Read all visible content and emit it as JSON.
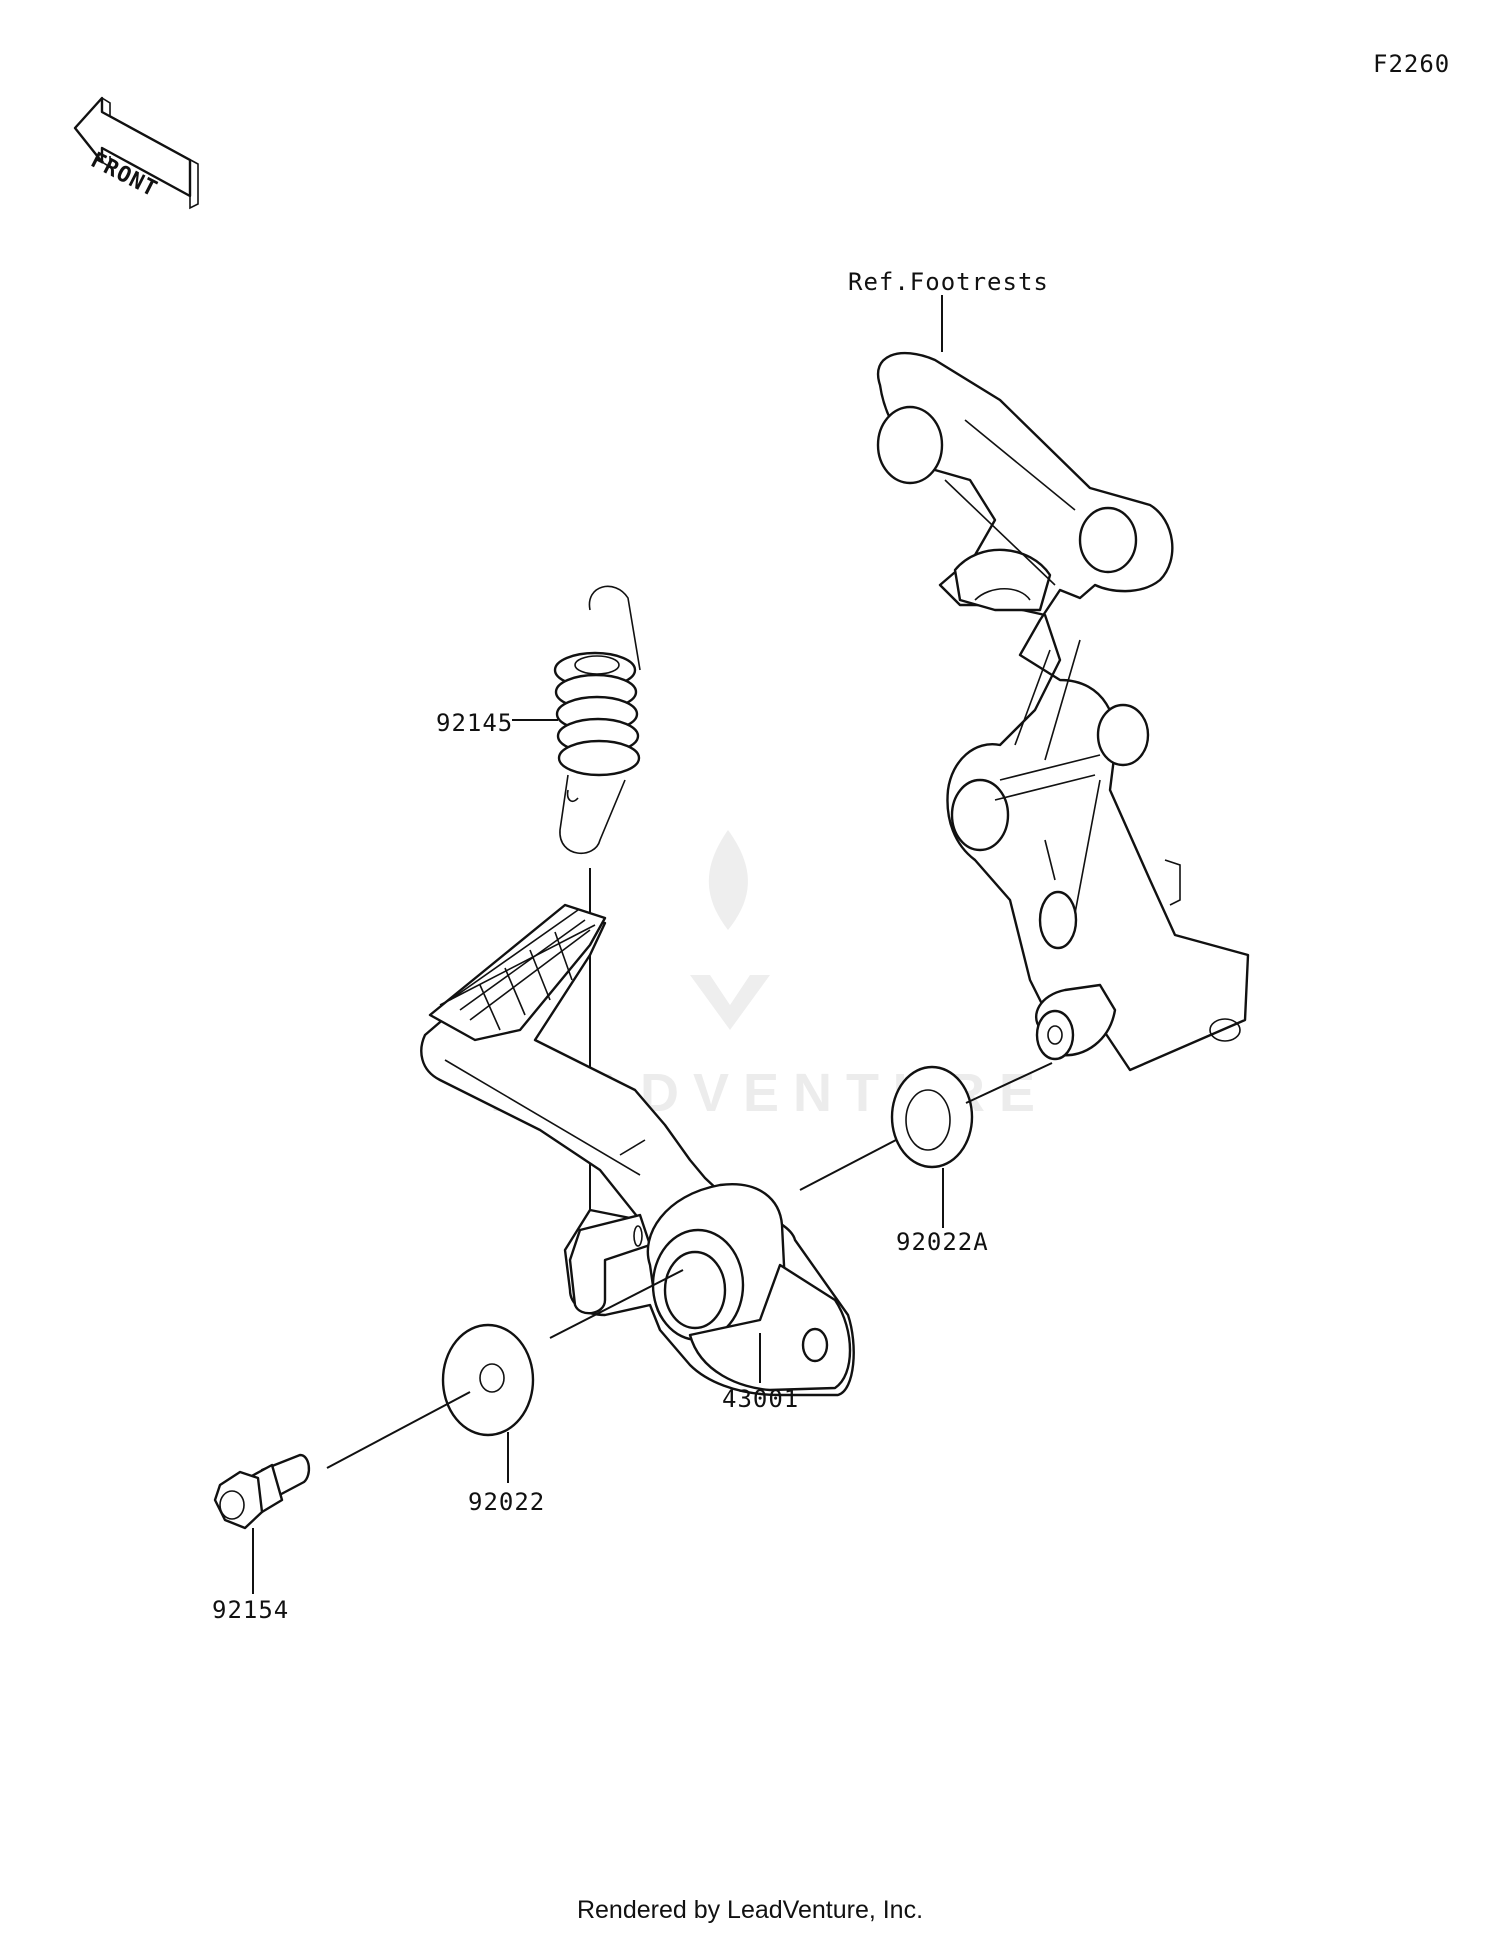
{
  "figure_code": "F2260",
  "front_label": "FRONT",
  "ref_label": "Ref.Footrests",
  "watermark_text": "LEADVENTURE",
  "footer_text": "Rendered by LeadVenture, Inc.",
  "parts": {
    "spring": "92145",
    "washer_a": "92022A",
    "pedal": "43001",
    "washer": "92022",
    "bolt": "92154"
  },
  "colors": {
    "line": "#111111",
    "watermark": "#ececec"
  }
}
